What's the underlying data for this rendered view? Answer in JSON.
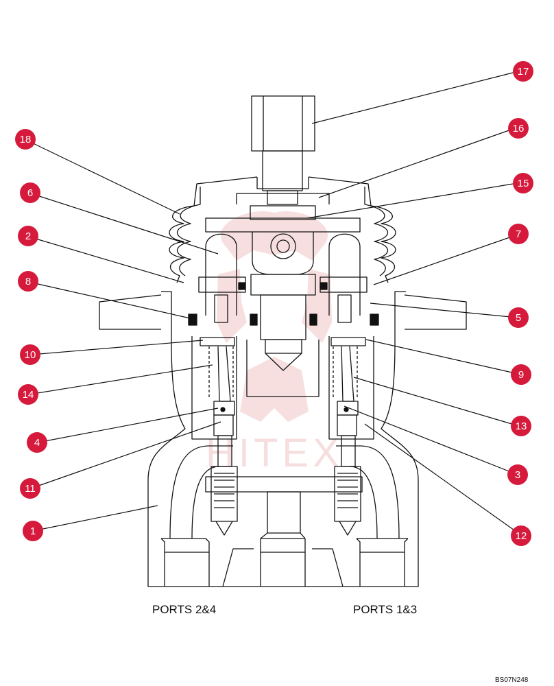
{
  "diagram": {
    "callouts": [
      {
        "id": "17",
        "text": "17"
      },
      {
        "id": "16",
        "text": "16"
      },
      {
        "id": "15",
        "text": "15"
      },
      {
        "id": "18",
        "text": "18"
      },
      {
        "id": "6",
        "text": "6"
      },
      {
        "id": "2",
        "text": "2"
      },
      {
        "id": "7",
        "text": "7"
      },
      {
        "id": "8",
        "text": "8"
      },
      {
        "id": "5",
        "text": "5"
      },
      {
        "id": "10",
        "text": "10"
      },
      {
        "id": "9",
        "text": "9"
      },
      {
        "id": "14",
        "text": "14"
      },
      {
        "id": "13",
        "text": "13"
      },
      {
        "id": "4",
        "text": "4"
      },
      {
        "id": "3",
        "text": "3"
      },
      {
        "id": "11",
        "text": "11"
      },
      {
        "id": "12",
        "text": "12"
      },
      {
        "id": "1",
        "text": "1"
      }
    ],
    "port_labels": {
      "left": "PORTS 2&4",
      "right": "PORTS 1&3"
    },
    "drawing_code": "BS07N248",
    "watermark": "HITEX",
    "colors": {
      "callout_fill": "#d61a3c",
      "line": "#111111",
      "watermark": "#e8a2a6"
    }
  }
}
